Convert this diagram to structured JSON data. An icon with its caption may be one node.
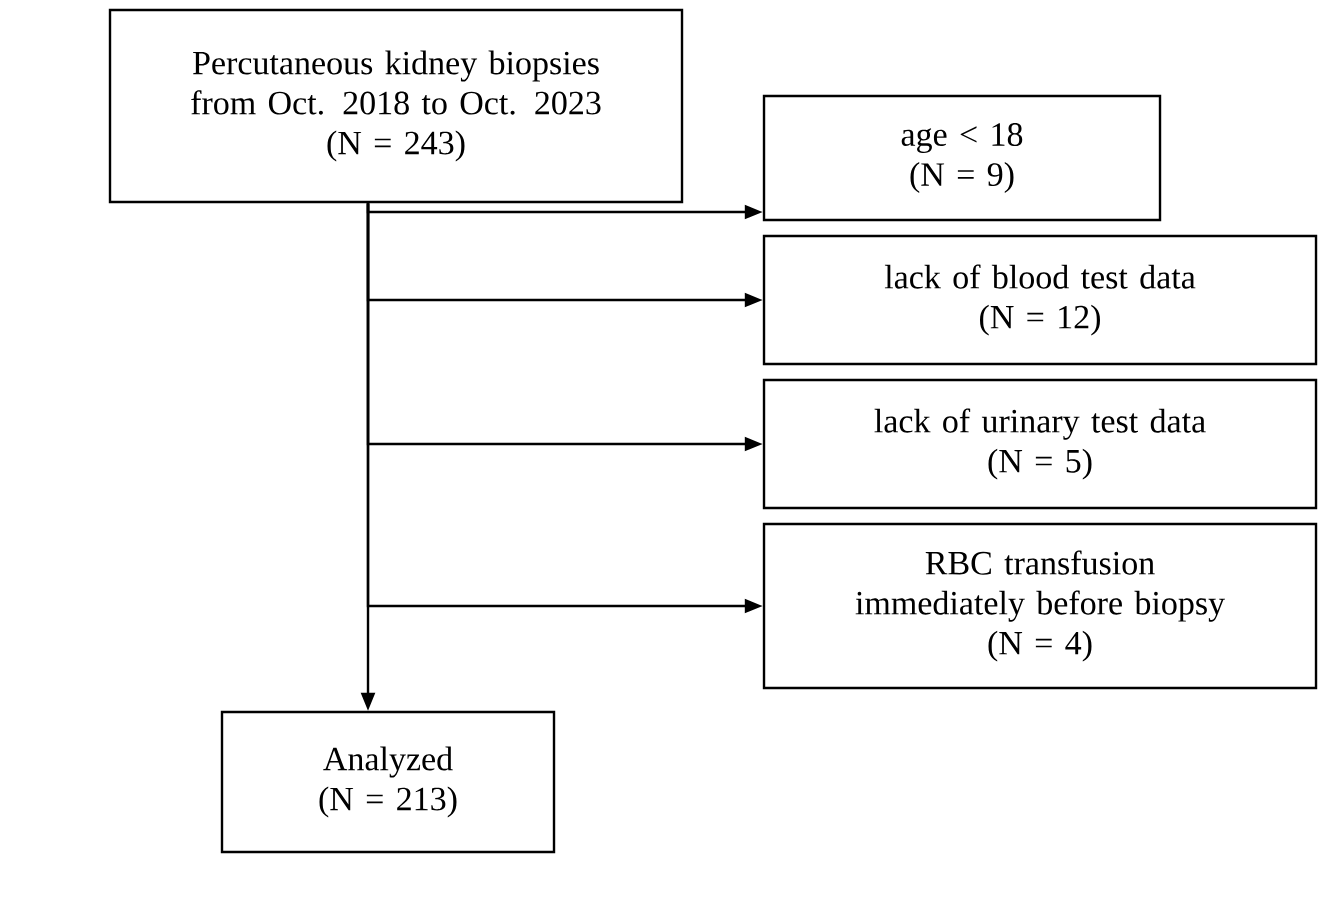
{
  "diagram": {
    "nodes": [
      {
        "text": [
          "Percutaneous kidney biopsies from Oct. 2018 to Oct. 2023",
          "(N = 243)"
        ]
      },
      {
        "text": [
          "age < 18",
          "(N = 9)"
        ]
      },
      {
        "text": [
          "lack of blood test data",
          "(N = 12)"
        ]
      },
      {
        "text": [
          "lack of urinary test data",
          "(N = 5)"
        ]
      },
      {
        "text": [
          "RBC transfusion immediately before biopsy",
          "(N = 4)"
        ]
      },
      {
        "text": [
          "Analyzed",
          "(N = 213)"
        ]
      }
    ],
    "edges": [
      {
        "from": 0,
        "to": 1,
        "arrow": "to"
      },
      {
        "from": 0,
        "to": 2,
        "arrow": "to"
      },
      {
        "from": 0,
        "to": 3,
        "arrow": "to"
      },
      {
        "from": 0,
        "to": 4,
        "arrow": "to"
      },
      {
        "from": 0,
        "to": 5,
        "arrow": "to"
      }
    ]
  }
}
